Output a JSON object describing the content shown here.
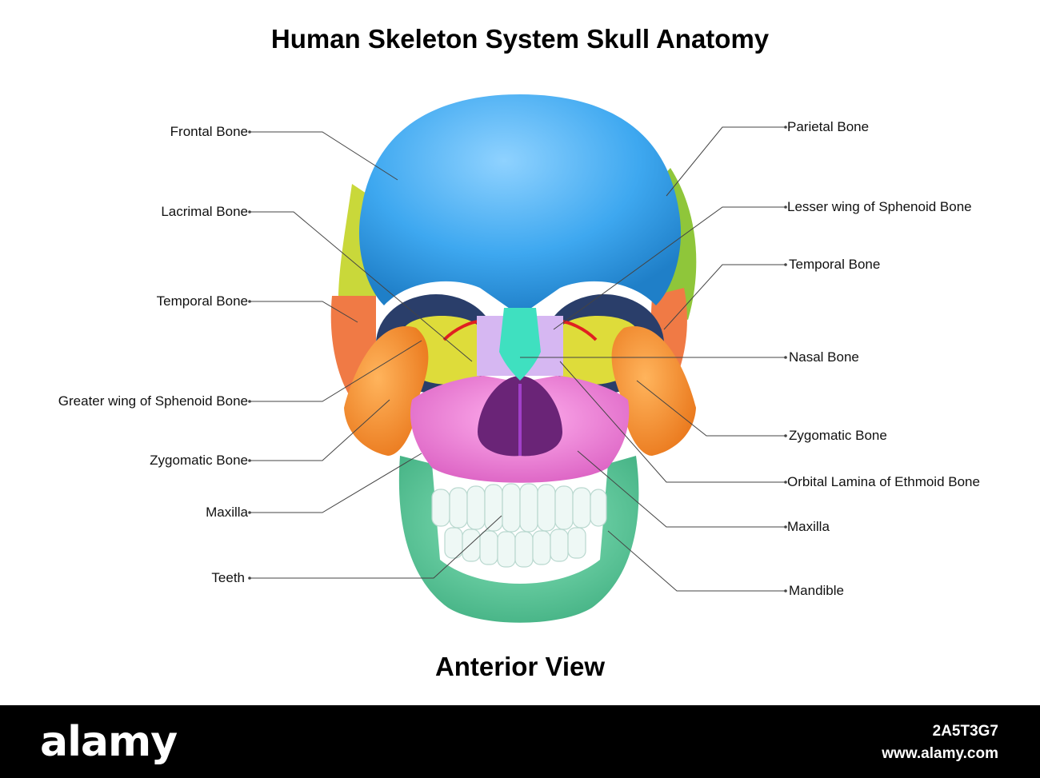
{
  "title": "Human Skeleton System Skull Anatomy",
  "view_title": "Anterior View",
  "labels": {
    "left": [
      "Frontal Bone",
      "Lacrimal Bone",
      "Temporal Bone",
      "Greater wing of Sphenoid Bone",
      "Zygomatic Bone",
      "Maxilla",
      "Teeth"
    ],
    "right": [
      "Parietal Bone",
      "Lesser wing of Sphenoid Bone",
      "Temporal Bone",
      "Nasal Bone",
      "Zygomatic Bone",
      "Orbital Lamina of Ethmoid Bone",
      "Maxilla",
      "Mandible"
    ]
  },
  "footer": {
    "brand": "alamy",
    "image_id": "2A5T3G7",
    "url": "www.alamy.com"
  },
  "colors": {
    "frontal": "#3ea8f0",
    "parietal": "#8fc63a",
    "temporal": "#f07a45",
    "zygomatic": "#f7922b",
    "sphenoid": "#dedc3a",
    "nasal": "#3fe0c0",
    "maxilla": "#f277d9",
    "mandible": "#5fcf9c",
    "teeth": "#eef8f5",
    "lacrimal_accent": "#e02020",
    "nasal_cavity": "#7a2a8a",
    "leader_line": "#444444",
    "footer_bg": "#000000"
  }
}
